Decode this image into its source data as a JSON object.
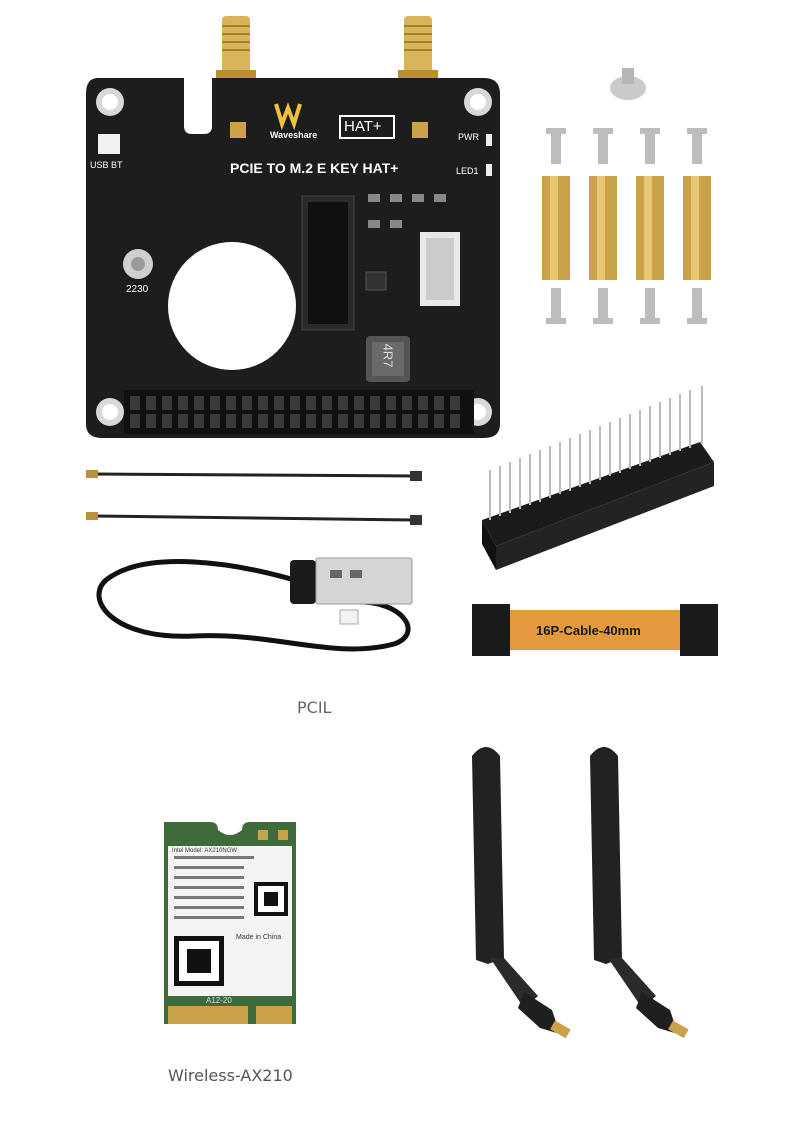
{
  "board": {
    "logo_text": "Waveshare",
    "hat_badge": "HAT+",
    "title": "PCIE TO M.2 E KEY HAT+",
    "usb_bt_label": "USB BT",
    "pwr_label": "PWR",
    "led1_label": "LED1",
    "size_label": "2230",
    "inductor_label": "4R7"
  },
  "ffc": {
    "label": "16P-Cable-40mm"
  },
  "captions": {
    "pcie": "PCIL",
    "wireless": "Wireless-AX210"
  },
  "wifi_card": {
    "label_line1": "Intel Model: AX210NGW",
    "label_line2": "Made in China",
    "key_label": "A12-20"
  },
  "colors": {
    "pcb": "#1d1d1d",
    "brass": "#c9a24a",
    "ffc": "#e49a3c",
    "wifi_pcb": "#3f6b3a"
  }
}
